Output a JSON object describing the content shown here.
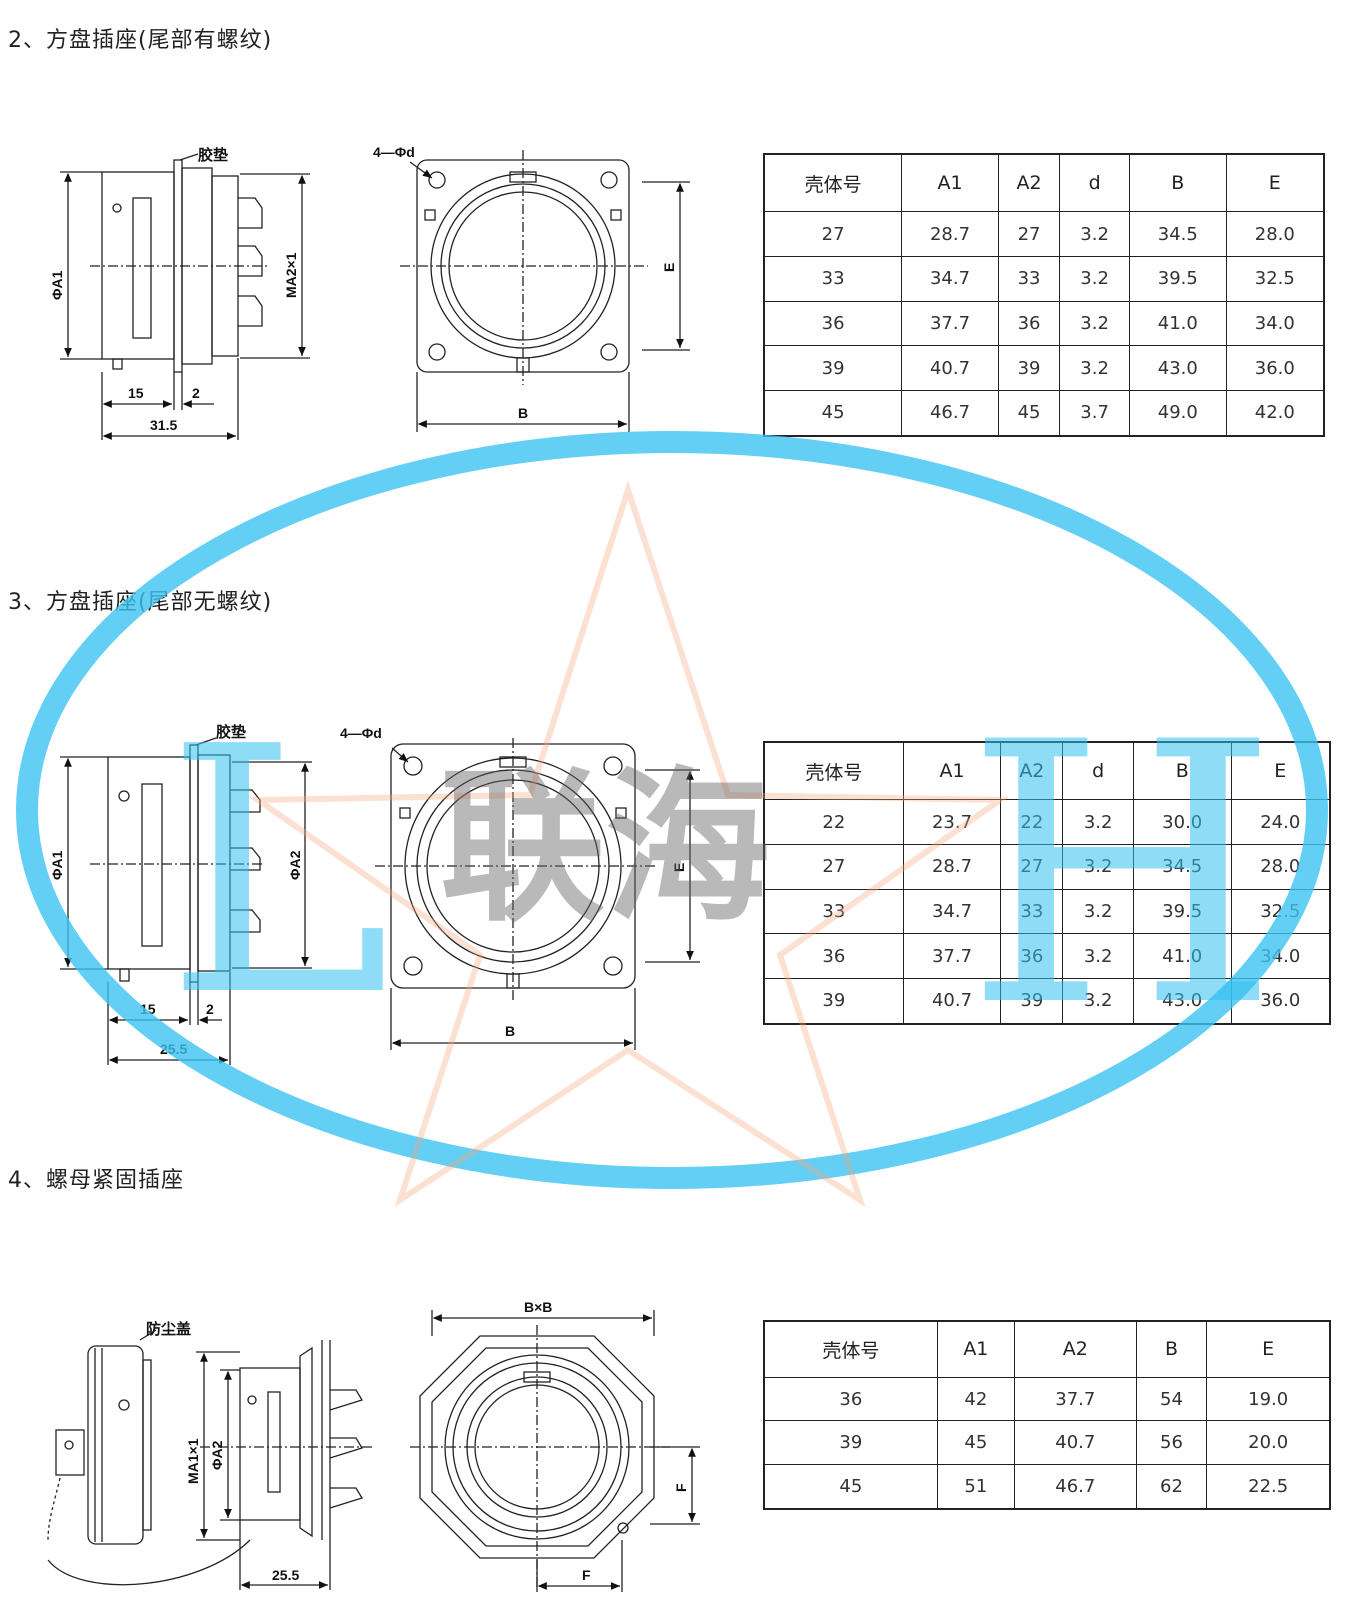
{
  "sections": [
    {
      "title": "2、方盘插座(尾部有螺纹)",
      "labels": {
        "gasket": "胶垫",
        "hole": "4—Φd",
        "phi_a1": "ΦA1",
        "thread": "MA2×1",
        "e": "E",
        "b": "B",
        "d15": "15",
        "d2": "2",
        "total": "31.5"
      },
      "table": {
        "headers": [
          "壳体号",
          "A1",
          "A2",
          "d",
          "B",
          "E"
        ],
        "rows": [
          [
            "27",
            "28.7",
            "27",
            "3.2",
            "34.5",
            "28.0"
          ],
          [
            "33",
            "34.7",
            "33",
            "3.2",
            "39.5",
            "32.5"
          ],
          [
            "36",
            "37.7",
            "36",
            "3.2",
            "41.0",
            "34.0"
          ],
          [
            "39",
            "40.7",
            "39",
            "3.2",
            "43.0",
            "36.0"
          ],
          [
            "45",
            "46.7",
            "45",
            "3.7",
            "49.0",
            "42.0"
          ]
        ]
      }
    },
    {
      "title": "3、方盘插座(尾部无螺纹)",
      "labels": {
        "gasket": "胶垫",
        "hole": "4—Φd",
        "phi_a1": "ΦA1",
        "phi_a2": "ΦA2",
        "e": "E",
        "b": "B",
        "d15": "15",
        "d2": "2",
        "total": "25.5"
      },
      "table": {
        "headers": [
          "壳体号",
          "A1",
          "A2",
          "d",
          "B",
          "E"
        ],
        "rows": [
          [
            "22",
            "23.7",
            "22",
            "3.2",
            "30.0",
            "24.0"
          ],
          [
            "27",
            "28.7",
            "27",
            "3.2",
            "34.5",
            "28.0"
          ],
          [
            "33",
            "34.7",
            "33",
            "3.2",
            "39.5",
            "32.5"
          ],
          [
            "36",
            "37.7",
            "36",
            "3.2",
            "41.0",
            "34.0"
          ],
          [
            "39",
            "40.7",
            "39",
            "3.2",
            "43.0",
            "36.0"
          ]
        ]
      }
    },
    {
      "title": "4、螺母紧固插座",
      "labels": {
        "cap": "防尘盖",
        "thread": "MA1×1",
        "phi_a2": "ΦA2",
        "total": "25.5",
        "bxb": "B×B",
        "f": "F"
      },
      "table": {
        "headers": [
          "壳体号",
          "A1",
          "A2",
          "B",
          "E"
        ],
        "rows": [
          [
            "36",
            "42",
            "37.7",
            "54",
            "19.0"
          ],
          [
            "39",
            "45",
            "40.7",
            "56",
            "20.0"
          ],
          [
            "45",
            "51",
            "46.7",
            "62",
            "22.5"
          ]
        ]
      }
    }
  ],
  "watermark": {
    "letter_left": "L",
    "letter_right": "H",
    "text": "联海"
  }
}
